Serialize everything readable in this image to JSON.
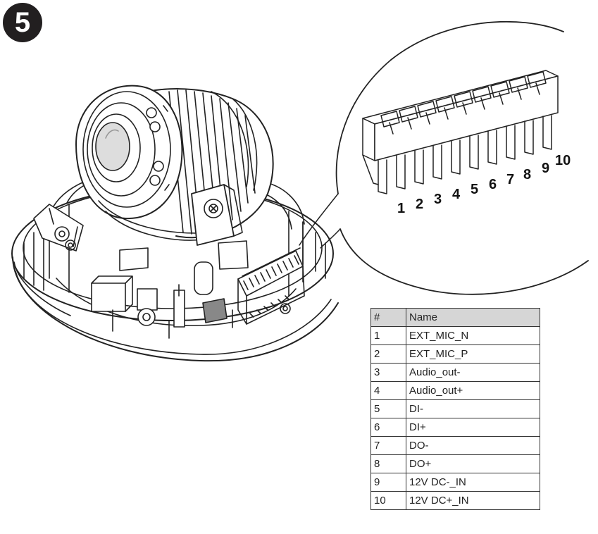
{
  "step": {
    "label": "5"
  },
  "terminal": {
    "pin_labels": [
      "1",
      "2",
      "3",
      "4",
      "5",
      "6",
      "7",
      "8",
      "9",
      "10"
    ]
  },
  "pin_table": {
    "headers": [
      "#",
      "Name"
    ],
    "rows": [
      [
        "1",
        "EXT_MIC_N"
      ],
      [
        "2",
        "EXT_MIC_P"
      ],
      [
        "3",
        "Audio_out-"
      ],
      [
        "4",
        "Audio_out+"
      ],
      [
        "5",
        "DI-"
      ],
      [
        "6",
        "DI+"
      ],
      [
        "7",
        "DO-"
      ],
      [
        "8",
        "DO+"
      ],
      [
        "9",
        "12V DC-_IN"
      ],
      [
        "10",
        "12V DC+_IN"
      ]
    ]
  }
}
